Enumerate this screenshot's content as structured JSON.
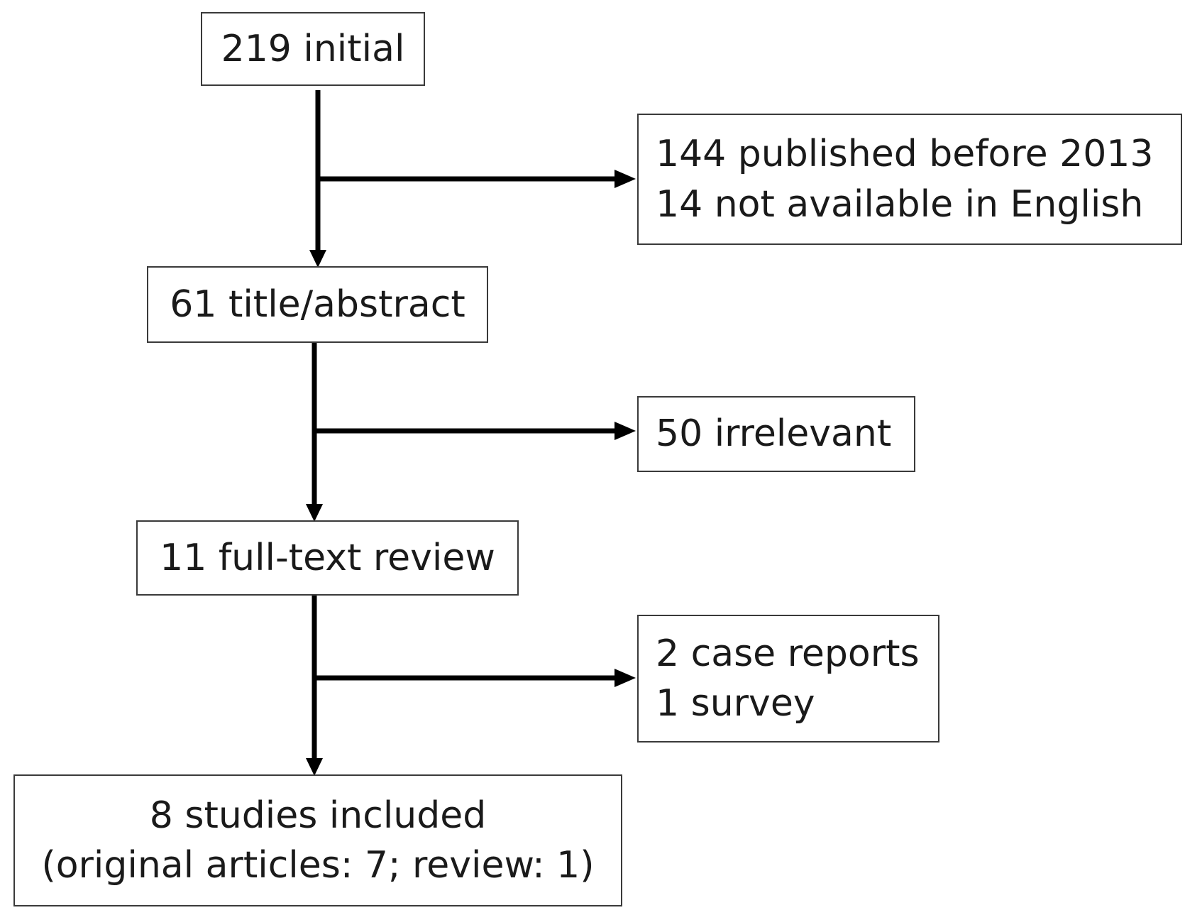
{
  "flow": {
    "initial": "219 initial",
    "title_abstract": "61 title/abstract",
    "full_text": "11 full-text review",
    "included": {
      "line1": "8 studies included",
      "line2": "(original articles: 7; review: 1)"
    }
  },
  "exclusions": {
    "step1": {
      "line1": "144 published before 2013",
      "line2": "14 not available in English"
    },
    "step2": {
      "line1": "50 irrelevant"
    },
    "step3": {
      "line1": "2 case reports",
      "line2": "1 survey"
    }
  },
  "colors": {
    "box_border": "#3a3a3a",
    "arrow": "#000000",
    "text": "#1a1a1a"
  }
}
